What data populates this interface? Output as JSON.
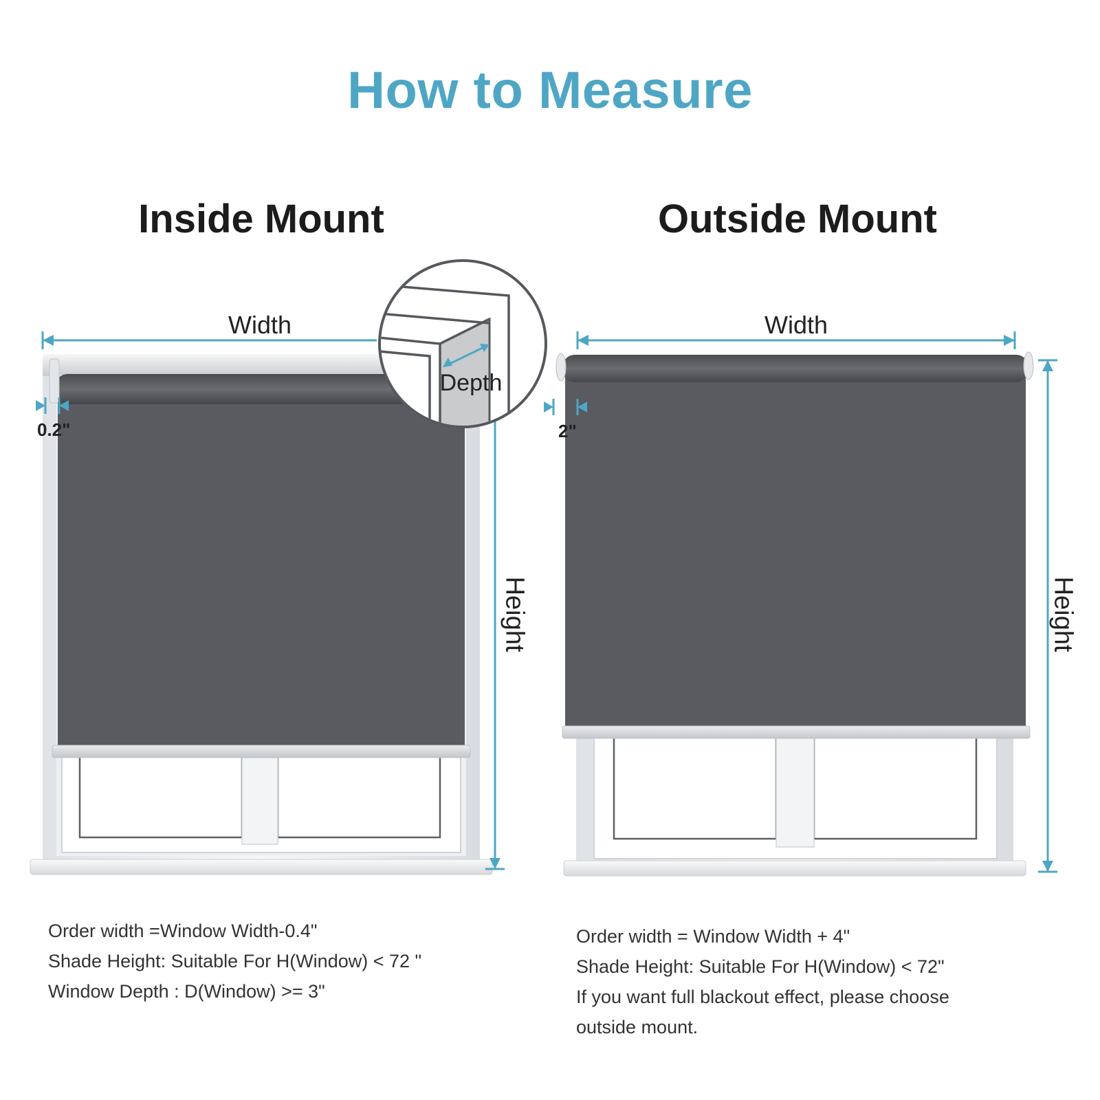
{
  "title": "How to Measure",
  "accent_color": "#4fa6c4",
  "shade_color": "#595b60",
  "inside": {
    "title": "Inside Mount",
    "width_label": "Width",
    "height_label": "Height",
    "depth_label": "Depth",
    "gap_label": "0.2\"",
    "notes": [
      "Order width =Window Width-0.4\"",
      "Shade Height: Suitable For H(Window) < 72 \"",
      "Window Depth : D(Window) >= 3\""
    ]
  },
  "outside": {
    "title": "Outside Mount",
    "width_label": "Width",
    "height_label": "Height",
    "gap_label": "2\"",
    "notes": [
      "Order width = Window Width + 4\"",
      "Shade Height: Suitable For H(Window) < 72\"",
      "If you want full blackout effect, please choose",
      "outside mount."
    ]
  }
}
